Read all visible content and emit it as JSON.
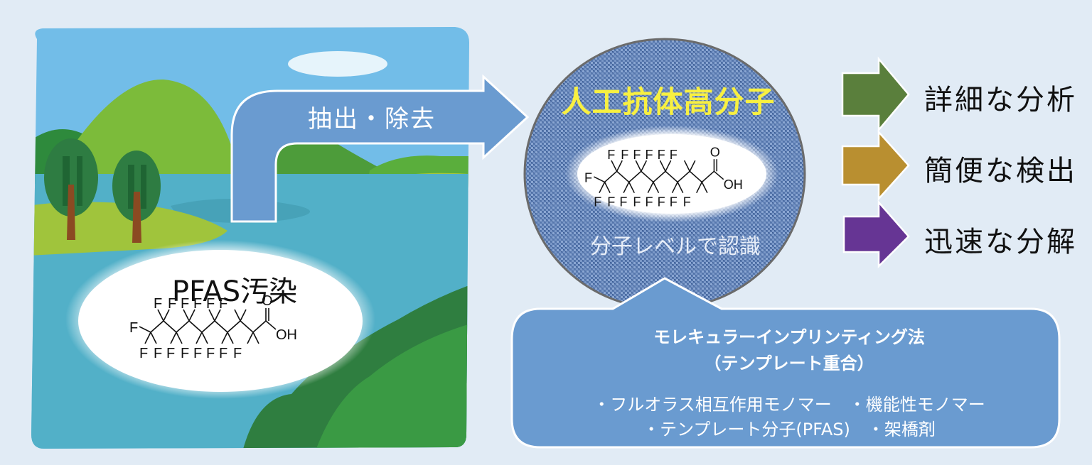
{
  "flow": {
    "arrow_label": "抽出・除去",
    "contamination_title": "PFAS汚染",
    "polymer_title": "人工抗体高分子",
    "recognition_label": "分子レベルで認識"
  },
  "molecule": {
    "name": "PFOA (perfluorooctanoic acid)",
    "top_labels": [
      "F",
      "F",
      "F",
      "F",
      "F",
      "F",
      "O"
    ],
    "left_label": "F",
    "bottom_labels": [
      "F",
      "F",
      "F",
      "F",
      "F",
      "F",
      "F",
      "F"
    ],
    "acid_label": "OH"
  },
  "outcomes": [
    {
      "label": "詳細な分析",
      "color": "#5a7f3c"
    },
    {
      "label": "簡便な検出",
      "color": "#b98f30"
    },
    {
      "label": "迅速な分解",
      "color": "#663594"
    }
  ],
  "method_box": {
    "title_line1": "モレキュラーインプリンティング法",
    "title_line2": "（テンプレート重合）",
    "row1": "・フルオラス相互作用モノマー　・機能性モノマー",
    "row2": "・テンプレート分子(PFAS)　・架橋剤"
  },
  "colors": {
    "background": "#e1ebf5",
    "arrow_blue": "#6a9bd0",
    "polymer_fabric": "#5b7db3",
    "polymer_title": "#f8f040"
  }
}
